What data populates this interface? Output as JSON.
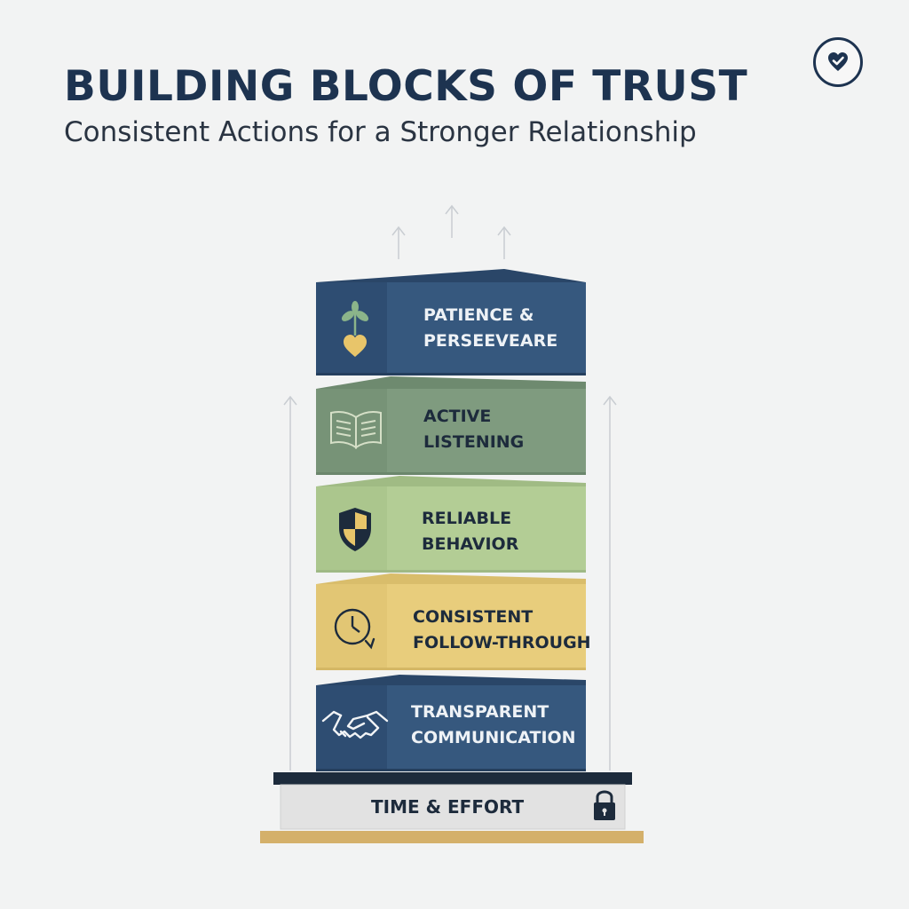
{
  "title": "BUILDING BLOCKS OF TRUST",
  "subtitle": "Consistent Actions for a Stronger Relationship",
  "badge": {
    "icon": "heart-check-icon"
  },
  "blocks": [
    {
      "line1": "PATIENCE &",
      "line2": "PERSEEVEARE",
      "icon": "sprout-heart-icon",
      "color": "#36587e"
    },
    {
      "line1": "ACTIVE",
      "line2": "LISTENING",
      "icon": "open-book-icon",
      "color": "#7f9b7f"
    },
    {
      "line1": "RELIABLE",
      "line2": "BEHAVIOR",
      "icon": "shield-icon",
      "color": "#b3cd95"
    },
    {
      "line1": "CONSISTENT",
      "line2": "FOLLOW-THROUGH",
      "icon": "clock-icon",
      "color": "#e8cd7c"
    },
    {
      "line1": "TRANSPARENT",
      "line2": "COMMUNICATION",
      "icon": "handshake-icon",
      "color": "#36587e"
    }
  ],
  "base": {
    "label": "TIME & EFFORT",
    "icon": "lock-icon"
  },
  "colors": {
    "navy": "#1d3350",
    "gold": "#d4b06a"
  }
}
